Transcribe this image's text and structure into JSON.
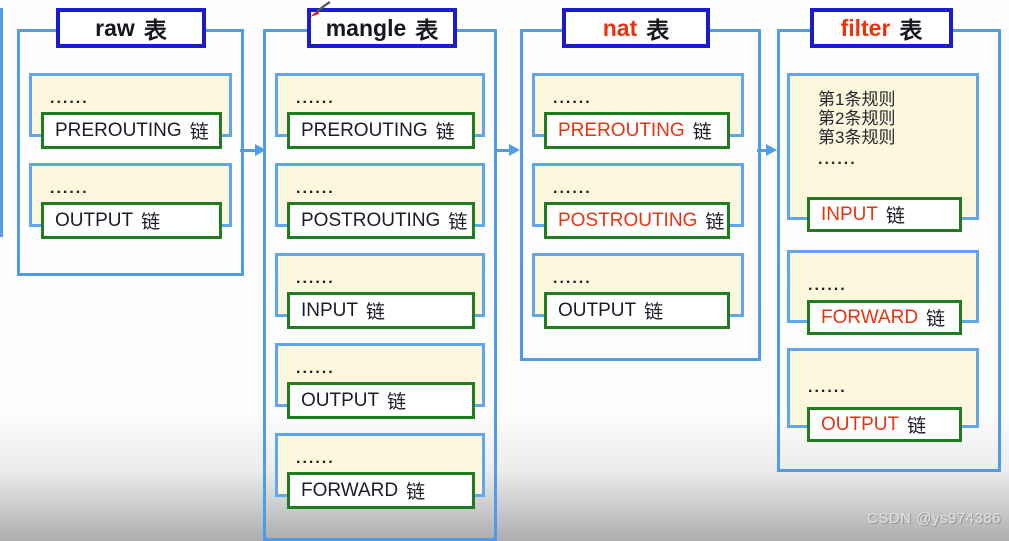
{
  "watermark": "CSDN @ys974386",
  "palette": {
    "container_border_blue": "#4f9ceb",
    "title_border_blue": "#1a1dce",
    "chain_border_green": "#1f7d1f",
    "yellow_panel_bg": "#fdf8dd",
    "highlight_red": "#e8330e",
    "text_black": "#1c1c28"
  },
  "tables": [
    {
      "name": "raw",
      "suffix": "表",
      "name_color": "#16161f",
      "chains": [
        {
          "dots": "......",
          "name": "PREROUTING",
          "suffix": "链",
          "name_color": "#1c1c28"
        },
        {
          "dots": "......",
          "name": "OUTPUT",
          "suffix": "链",
          "name_color": "#1c1c28"
        }
      ]
    },
    {
      "name": "mangle",
      "suffix": "表",
      "name_color": "#16161f",
      "chains": [
        {
          "dots": "......",
          "name": "PREROUTING",
          "suffix": "链",
          "name_color": "#1c1c28"
        },
        {
          "dots": "......",
          "name": "POSTROUTING",
          "suffix": "链",
          "name_color": "#1c1c28"
        },
        {
          "dots": "......",
          "name": "INPUT",
          "suffix": "链",
          "name_color": "#1c1c28"
        },
        {
          "dots": "......",
          "name": "OUTPUT",
          "suffix": "链",
          "name_color": "#1c1c28"
        },
        {
          "dots": "......",
          "name": "FORWARD",
          "suffix": "链",
          "name_color": "#1c1c28"
        }
      ]
    },
    {
      "name": "nat",
      "suffix": "表",
      "name_color": "#e8330e",
      "chains": [
        {
          "dots": "......",
          "name": "PREROUTING",
          "suffix": "链",
          "name_color": "#e8330e"
        },
        {
          "dots": "......",
          "name": "POSTROUTING",
          "suffix": "链",
          "name_color": "#e8330e"
        },
        {
          "dots": "......",
          "name": "OUTPUT",
          "suffix": "链",
          "name_color": "#1c1c28"
        }
      ]
    },
    {
      "name": "filter",
      "suffix": "表",
      "name_color": "#e8330e",
      "rules": [
        "第1条规则",
        "第2条规则",
        "第3条规则",
        "......"
      ],
      "chains": [
        {
          "dots": "",
          "name": "INPUT",
          "suffix": "链",
          "name_color": "#e8330e"
        },
        {
          "dots": "......",
          "name": "FORWARD",
          "suffix": "链",
          "name_color": "#e8330e"
        },
        {
          "dots": "......",
          "name": "OUTPUT",
          "suffix": "链",
          "name_color": "#e8330e"
        }
      ]
    }
  ]
}
